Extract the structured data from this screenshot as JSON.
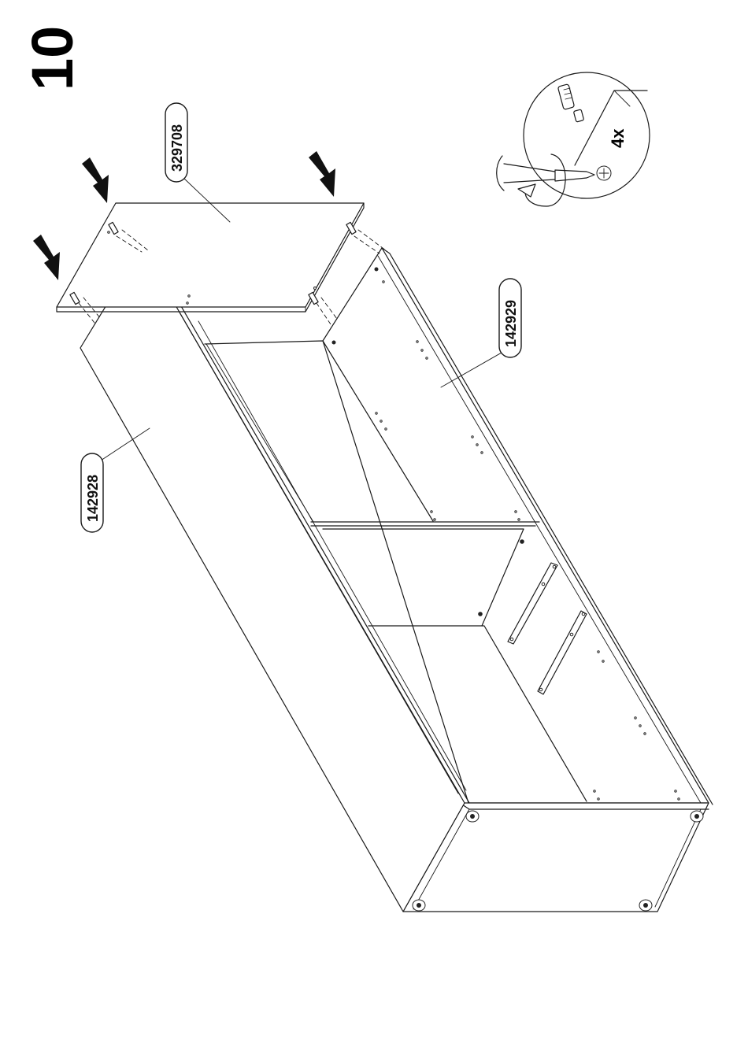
{
  "step": {
    "number": "10"
  },
  "parts": {
    "top_panel": "329708",
    "side_panel": "142929",
    "front_panel": "142928"
  },
  "detail": {
    "quantity": "4x",
    "icons": [
      "screw-icon",
      "screwdriver-icon",
      "rotate-arrow-icon",
      "screw-head-icon"
    ]
  },
  "colors": {
    "ink": "#1a1a1a",
    "paper": "#ffffff"
  }
}
